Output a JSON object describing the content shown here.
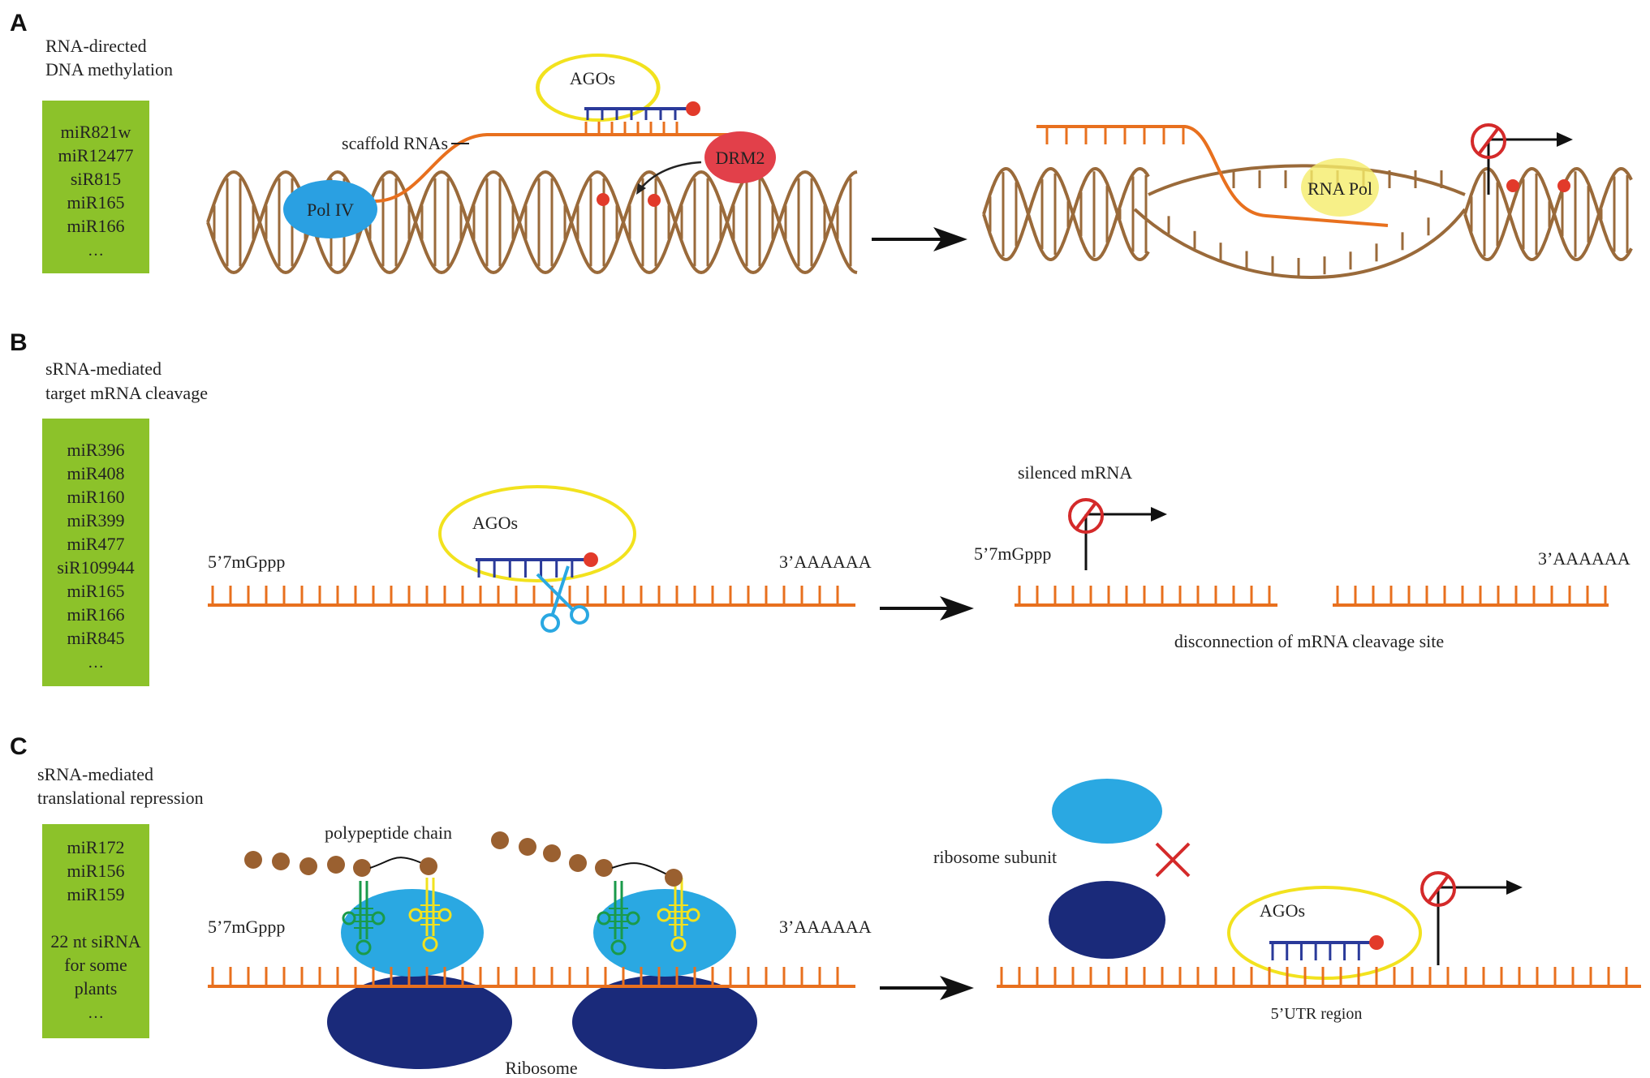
{
  "colors": {
    "dna": "#9a6a3a",
    "mrna": "#e8701e",
    "guide": "#2a3a9a",
    "ago_ring": "#f2e21e",
    "red_dot": "#e23a2a",
    "drm2": "#e2404a",
    "pol_iv": "#2aa0e2",
    "rna_pol": "#f5ec6a",
    "green_box": "#8cc22a",
    "ribosome_small": "#2aa8e2",
    "ribosome_large": "#1a2a7a",
    "peptide_bead": "#9a6030",
    "hairpin_green": "#1a9a4a",
    "hairpin_yellow": "#f2e21e",
    "block_red": "#d42a2a",
    "scissors": "#2aa8e2"
  },
  "panels": {
    "a": {
      "letter": "A",
      "title_line1": "RNA-directed",
      "title_line2": "DNA methylation",
      "box_items": [
        "miR821w",
        "miR12477",
        "siR815",
        "miR165",
        "miR166",
        "…"
      ],
      "labels": {
        "agos": "AGOs",
        "scaffold": "scaffold RNAs",
        "drm2": "DRM2",
        "pol_iv": "Pol IV",
        "rna_pol": "RNA Pol"
      }
    },
    "b": {
      "letter": "B",
      "title_line1": "sRNA-mediated",
      "title_line2": "target mRNA cleavage",
      "box_items": [
        "miR396",
        "miR408",
        "miR160",
        "miR399",
        "miR477",
        "siR109944",
        "miR165",
        "miR166",
        "miR845",
        "…"
      ],
      "labels": {
        "agos": "AGOs",
        "five_prime": "5’7mGppp",
        "three_prime": "3’AAAAAA",
        "silenced": "silenced mRNA",
        "five_prime_right": "5’7mGppp",
        "three_prime_right": "3’AAAAAA",
        "disconnection": "disconnection of mRNA cleavage site"
      }
    },
    "c": {
      "letter": "C",
      "title_line1": "sRNA-mediated",
      "title_line2": "translational repression",
      "box_items": [
        "miR172",
        "miR156",
        "miR159",
        "",
        "22 nt siRNA",
        "for some",
        "plants",
        "…"
      ],
      "labels": {
        "polypeptide": "polypeptide chain",
        "five_prime": "5’7mGppp",
        "three_prime": "3’AAAAAA",
        "ribosome": "Ribosome",
        "ribosome_subunit": "ribosome subunit",
        "agos": "AGOs",
        "utr": "5’UTR region"
      }
    }
  }
}
